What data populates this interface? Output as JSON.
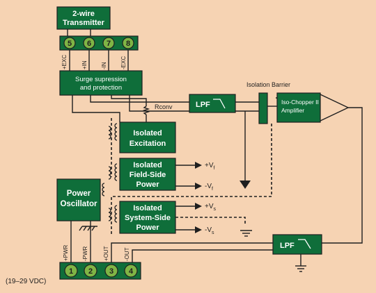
{
  "transmitter": {
    "line1": "2-wire",
    "line2": "Transmitter"
  },
  "top_terminals": [
    "5",
    "6",
    "7",
    "8"
  ],
  "top_pin_labels": [
    "+EXC",
    "+IN",
    "-IN",
    "-EXC"
  ],
  "surge": {
    "line1": "Surge supression",
    "line2": "and protection"
  },
  "rconv": "Rconv",
  "lpf_top": "LPF",
  "lpf_bottom": "LPF",
  "isolation_barrier": "Isolation Barrier",
  "amplifier": {
    "line1": "Iso-Chopper II",
    "line2": "Amplifier"
  },
  "isolated_excitation": {
    "line1": "Isolated",
    "line2": "Excitation"
  },
  "field_side": {
    "line1": "Isolated",
    "line2": "Field-Side",
    "line3": "Power"
  },
  "system_side": {
    "line1": "Isolated",
    "line2": "System-Side",
    "line3": "Power"
  },
  "power_osc": {
    "line1": "Power",
    "line2": "Oscillator"
  },
  "vf_plus": {
    "sign": "+V",
    "sub": "f"
  },
  "vf_minus": {
    "sign": "-V",
    "sub": "f"
  },
  "vs_plus": {
    "sign": "+V",
    "sub": "s"
  },
  "vs_minus": {
    "sign": "-V",
    "sub": "s"
  },
  "bottom_terminals": [
    "1",
    "2",
    "3",
    "4"
  ],
  "bottom_pin_labels": [
    "+PWR",
    "-PWR",
    "+OUT",
    "-OUT"
  ],
  "supply_range": "(19–29 VDC)",
  "colors": {
    "background": "#f6d3b3",
    "block_green": "#0f6e3a",
    "terminal_green": "#7fb545"
  }
}
